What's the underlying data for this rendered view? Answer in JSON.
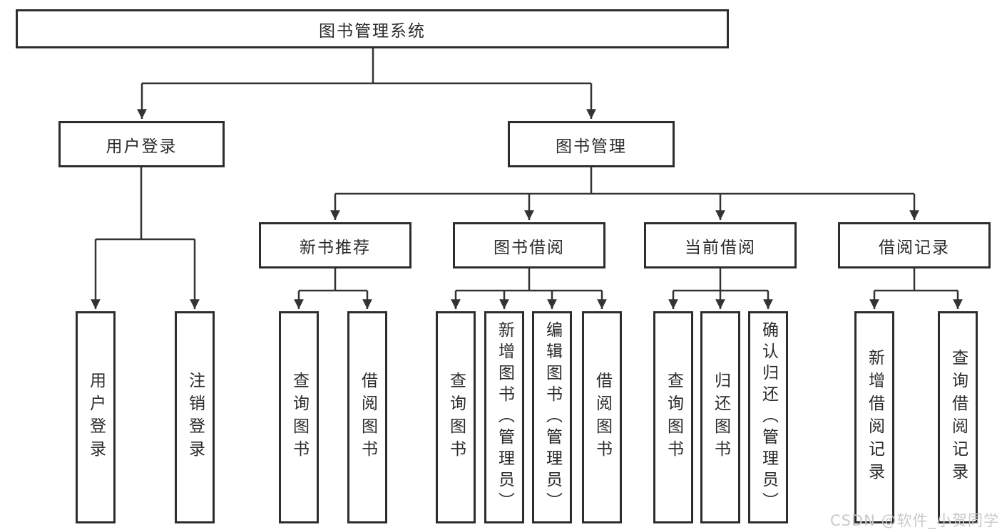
{
  "diagram": {
    "title": "图书管理系统",
    "level2": [
      "用户登录",
      "图书管理"
    ],
    "level3": [
      "新书推荐",
      "图书借阅",
      "当前借阅",
      "借阅记录"
    ],
    "leaves": [
      "用户登录",
      "注销登录",
      "查询图书",
      "借阅图书",
      "查询图书",
      "新增图书（管理员）",
      "编辑图书（管理员）",
      "借阅图书",
      "查询图书",
      "归还图书",
      "确认归还（管理员）",
      "新增借阅记录",
      "查询借阅记录"
    ]
  },
  "watermark": "CSDN @软件_小贺同学",
  "colors": {
    "line": "#333333",
    "border": "#2d2d2d",
    "text": "#2b2b2b",
    "watermark": "#c9c9c9",
    "background": "#ffffff"
  }
}
